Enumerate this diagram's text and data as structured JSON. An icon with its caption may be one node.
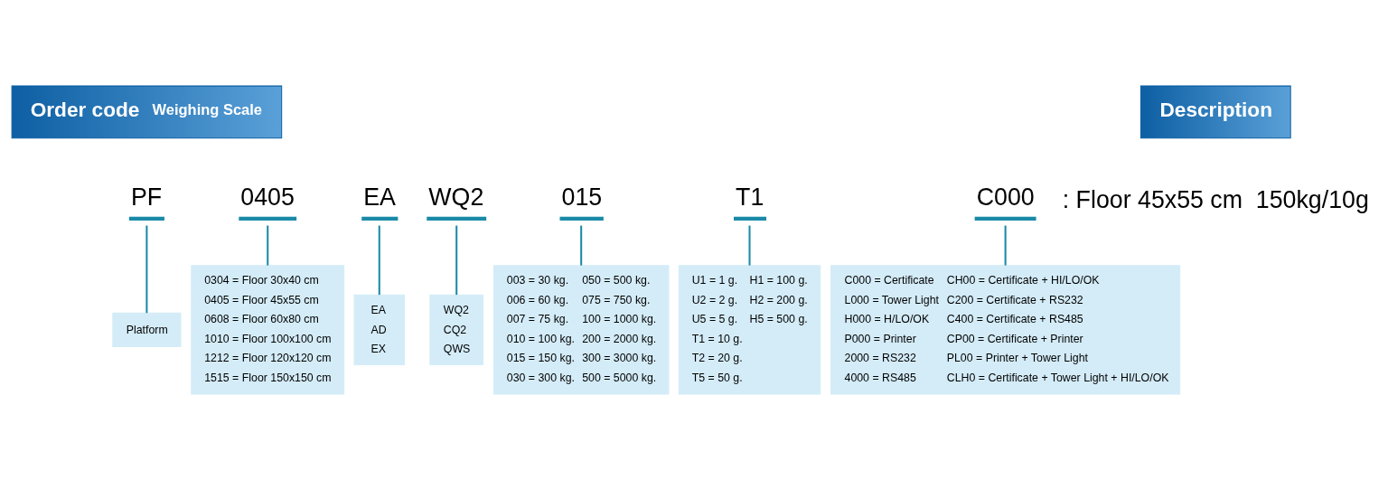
{
  "diagram": {
    "nodes": [
      {
        "text": [
          "Order code",
          "Weighing Scale"
        ]
      },
      {
        "text": [
          "Description"
        ]
      },
      {
        "text": [
          "PF"
        ]
      },
      {
        "text": [
          "0405"
        ]
      },
      {
        "text": [
          "EA"
        ]
      },
      {
        "text": [
          "WQ2"
        ]
      },
      {
        "text": [
          "015"
        ]
      },
      {
        "text": [
          "T1"
        ]
      },
      {
        "text": [
          "C000"
        ]
      },
      {
        "text": [
          "Platform"
        ]
      },
      {
        "text": [
          "0304 = Floor 30x40 cm",
          "0405 = Floor 45x55 cm",
          "0608 = Floor 60x80 cm",
          "1010 = Floor 100x100 cm",
          "1212 = Floor 120x120 cm",
          "1515 = Floor 150x150 cm"
        ]
      },
      {
        "text": [
          "EA",
          "AD",
          "EX"
        ]
      },
      {
        "text": [
          "WQ2",
          "CQ2",
          "QWS"
        ]
      },
      {
        "text": [
          "003 = 30 kg.",
          "006 = 60 kg.",
          "007 = 75 kg.",
          "010 = 100 kg.",
          "015 = 150 kg.",
          "030 = 300 kg.",
          "050 = 500 kg.",
          "075 = 750 kg.",
          "100 = 1000 kg.",
          "200 = 2000 kg.",
          "300 = 3000 kg.",
          "500 = 5000 kg."
        ]
      },
      {
        "text": [
          "U1 = 1 g.",
          "U2 = 2 g.",
          "U5 = 5 g.",
          "T1 = 10 g.",
          "T2 = 20 g.",
          "T5 = 50 g.",
          "H1 = 100 g.",
          "H2 = 200 g.",
          "H5 = 500 g."
        ]
      },
      {
        "text": [
          "C000 = Certificate",
          "L000 = Tower Light",
          "H000 = H/LO/OK",
          "P000 = Printer",
          "2000 = RS232",
          "4000 = RS485",
          "CH00 = Certificate + HI/LO/OK",
          "C200 = Certificate + RS232",
          "C400 = Certificate + RS485",
          "CP00 = Certificate + Printer",
          "PL00 = Printer + Tower Light",
          "CLH0 = Certificate + Tower Light + HI/LO/OK"
        ]
      }
    ],
    "edges": [
      {
        "from": 2,
        "to": 9,
        "arrow": "none"
      },
      {
        "from": 3,
        "to": 10,
        "arrow": "none"
      },
      {
        "from": 4,
        "to": 11,
        "arrow": "none"
      },
      {
        "from": 5,
        "to": 12,
        "arrow": "none"
      },
      {
        "from": 6,
        "to": 13,
        "arrow": "none"
      },
      {
        "from": 7,
        "to": 14,
        "arrow": "none"
      },
      {
        "from": 8,
        "to": 15,
        "arrow": "none"
      }
    ],
    "labels": [
      ": Floor 45x55 cm  150kg/10g"
    ]
  }
}
